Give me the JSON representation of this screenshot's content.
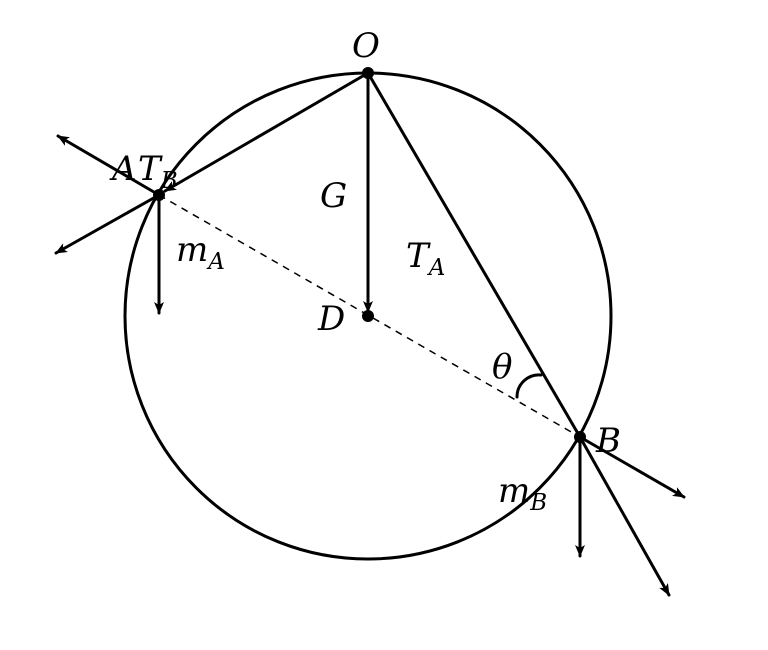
{
  "labels": {
    "O": "O",
    "A": "A",
    "B": "B",
    "D": "D",
    "G": "G",
    "T": "T",
    "T_A_sub": "A",
    "T_B_sub": "B",
    "m": "m",
    "m_A_sub": "A",
    "m_B_sub": "B",
    "theta": "θ"
  }
}
